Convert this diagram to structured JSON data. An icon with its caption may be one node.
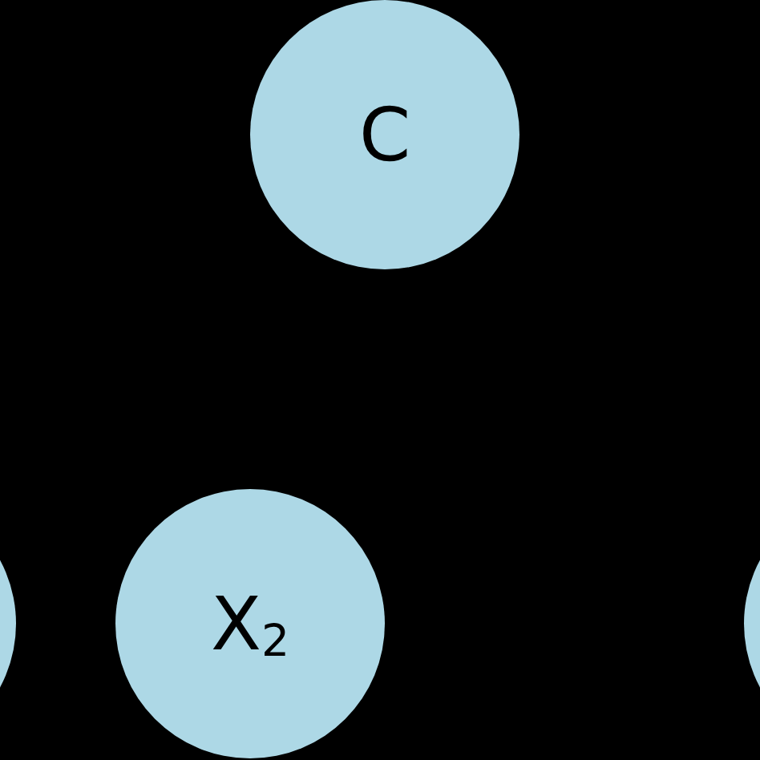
{
  "diagram": {
    "nodes": [
      {
        "text": [
          "C"
        ]
      },
      {
        "text": [],
        "shape": "circle"
      },
      {
        "text": [
          "X$_{2}$"
        ]
      },
      {
        "text": [],
        "shape": "circle"
      }
    ]
  }
}
